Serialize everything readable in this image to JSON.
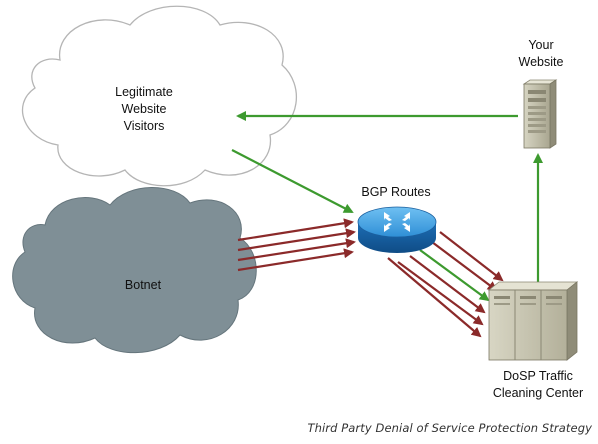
{
  "nodes": {
    "visitors": {
      "line1": "Legitimate",
      "line2": "Website",
      "line3": "Visitors"
    },
    "botnet": {
      "label": "Botnet"
    },
    "router": {
      "label": "BGP Routes"
    },
    "website": {
      "line1": "Your",
      "line2": "Website"
    },
    "cleaning_center": {
      "line1": "DoSP Traffic",
      "line2": "Cleaning Center"
    }
  },
  "caption": "Third Party Denial of Service Protection Strategy",
  "colors": {
    "legit_traffic": "#3d9a2f",
    "attack_traffic": "#8b2a2a",
    "botnet_cloud": "#7f8f96",
    "router": "#2f8fd6",
    "server": "#c9c6b0"
  }
}
